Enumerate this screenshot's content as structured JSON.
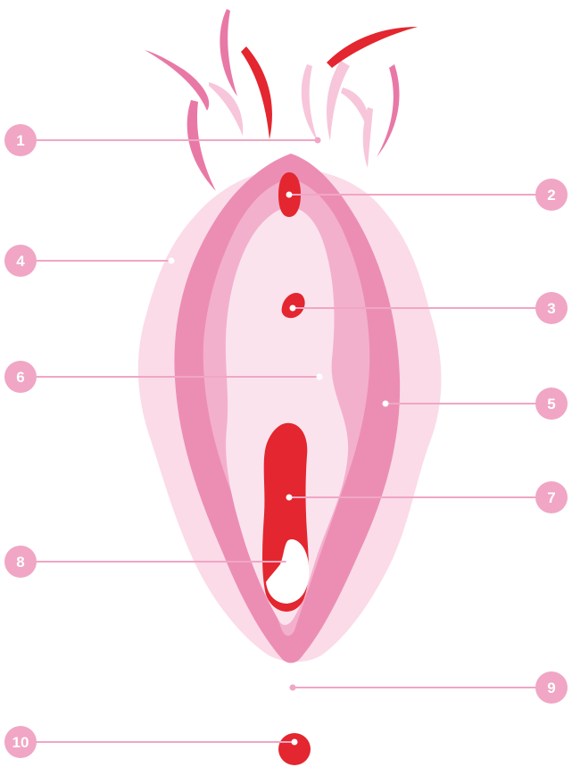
{
  "colors": {
    "background": "#ffffff",
    "badge": "#f0a6c4",
    "leader_line": "#f0a6c4",
    "outer_halo": "#fbdbe8",
    "labia_majora_band": "#ec8eb4",
    "labia_minora": "#f3b0cd",
    "vestibule": "#fbe3ee",
    "accent_red": "#e3262f",
    "hair_light": "#f7c6da",
    "hair_medium": "#e879a6",
    "hair_red": "#e3262f",
    "hymen_white": "#ffffff"
  },
  "labels": [
    {
      "number": "1"
    },
    {
      "number": "2"
    },
    {
      "number": "3"
    },
    {
      "number": "4"
    },
    {
      "number": "5"
    },
    {
      "number": "6"
    },
    {
      "number": "7"
    },
    {
      "number": "8"
    },
    {
      "number": "9"
    },
    {
      "number": "10"
    }
  ]
}
